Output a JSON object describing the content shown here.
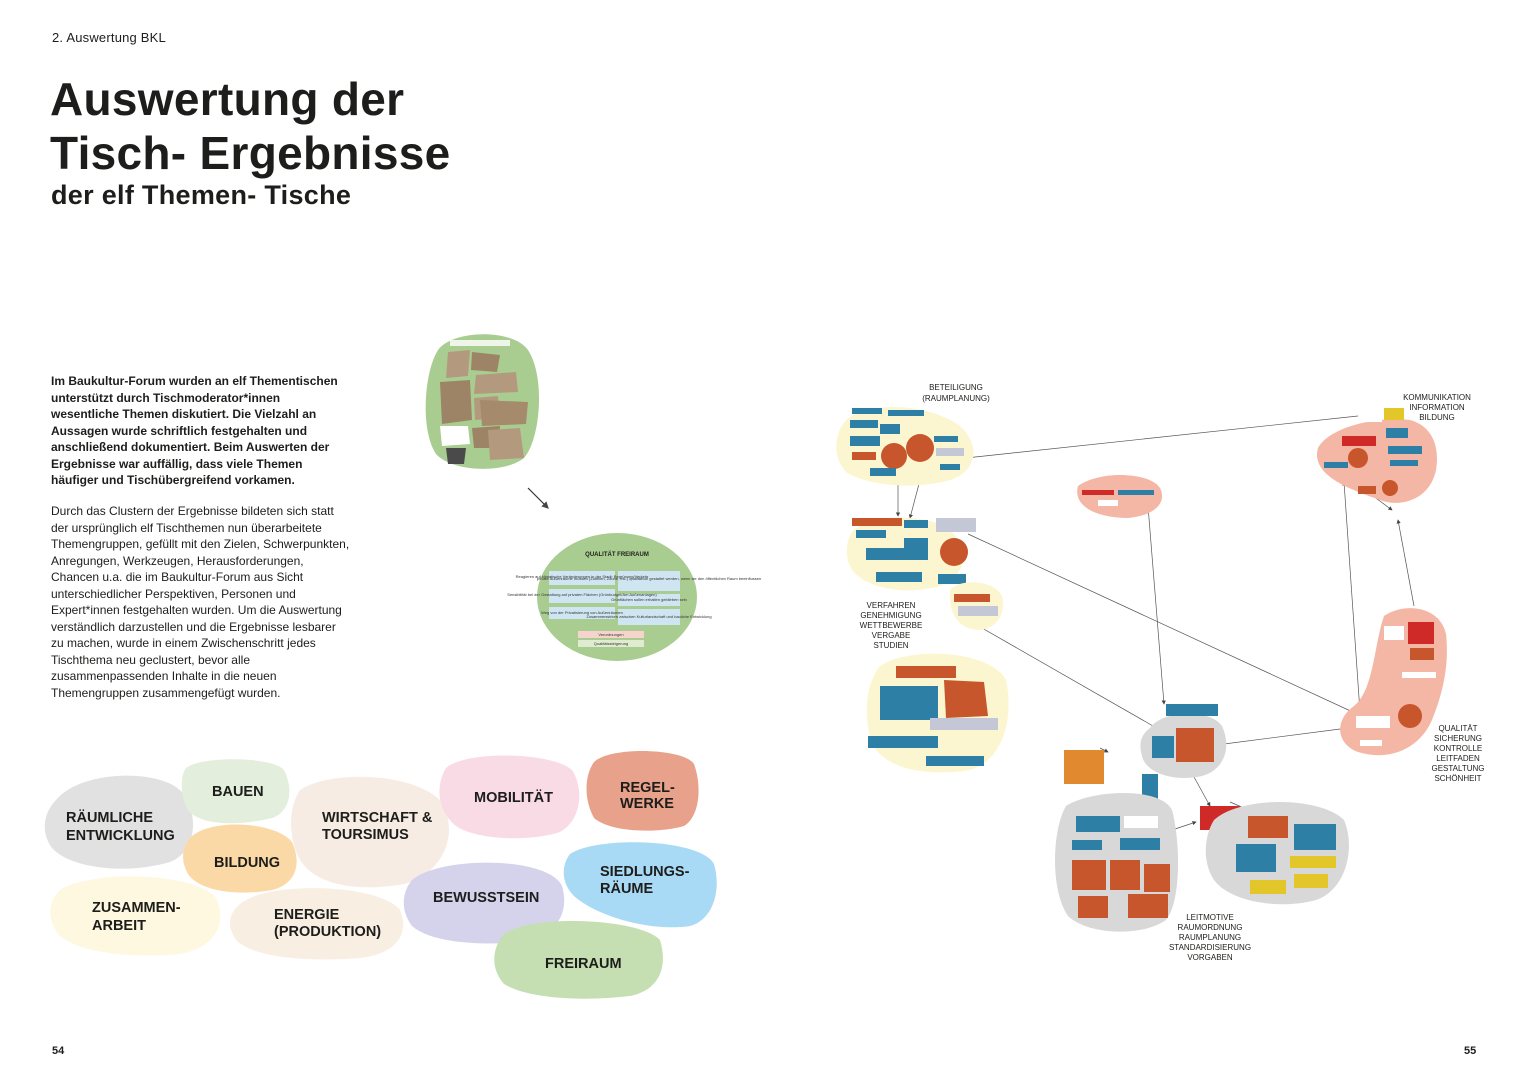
{
  "header": {
    "section_label": "2. Auswertung BKL",
    "title_line1": "Auswertung der",
    "title_line2": "Tisch- Ergebnisse",
    "subtitle": "der elf Themen- Tische"
  },
  "text": {
    "intro": "Im Baukultur-Forum wurden an elf Thementischen unterstützt durch Tischmoderator*innen wesentliche Themen diskutiert. Die Vielzahl an Aussagen wurde schriftlich festgehalten und anschließend dokumentiert. Beim Auswerten der Ergebnisse war auffällig, dass viele Themen häufiger und Tischübergreifend vorkamen.",
    "body": "Durch das Clustern der Ergebnisse bildeten sich statt der ursprünglich elf Tischthemen nun überarbeitete Themengruppen, gefüllt mit den Zielen, Schwerpunkten, Anregungen, Werkzeugen, Herausforderungen, Chancen u.a. die im Baukultur-Forum aus Sicht unterschiedlicher Perspektiven, Personen und Expert*innen festgehalten wurden. Um die Auswertung verständlich darzustellen und die Ergebnisse lesbarer zu machen, wurde in einem Zwischenschritt jedes Tischthema neu geclustert, bevor alle zusammenpassenden Inhalte in die neuen Themengruppen zusammengefügt wurden."
  },
  "example": {
    "title": "QUALITÄT FREIRAUM",
    "cells": [
      "Reagieren auf klimatische Veränderungen in der Stadt: Begrünung/Verkehr",
      "private Außenräume müssen (Zuteilen, Zäune, etc.) qualitätvoll gestaltet werden, wenn sie den öffentlichen Raum beeinflussen",
      "Sensibilität bei der Gestaltung auf privaten Flächen (Grünbudget/Am Außenanlagen)",
      "Grünflächen sollen erhalten geblieben sein",
      "Weg von der Privatisierung von Außenräumen",
      "Zusammenwirken zwischen Kulturlandschaft und bauliche Entwicklung"
    ],
    "footer_pink": "Verordnungen",
    "footer_green": "Qualitätssteigerung"
  },
  "theme_blobs": [
    {
      "line1": "RÄUMLICHE",
      "line2": "ENTWICKLUNG",
      "color": "#e1e1e1"
    },
    {
      "line1": "BAUEN",
      "line2": "",
      "color": "#e3eedd"
    },
    {
      "line1": "BILDUNG",
      "line2": "",
      "color": "#fbd9a7"
    },
    {
      "line1": "WIRTSCHAFT &",
      "line2": "TOURSIMUS",
      "color": "#f6ece3"
    },
    {
      "line1": "MOBILITÄT",
      "line2": "",
      "color": "#f9dbe5"
    },
    {
      "line1": "REGEL-",
      "line2": "WERKE",
      "color": "#e8a28b"
    },
    {
      "line1": "ZUSAMMEN-",
      "line2": "ARBEIT",
      "color": "#fdf8df"
    },
    {
      "line1": "ENERGIE",
      "line2": "(PRODUKTION)",
      "color": "#f8eee1"
    },
    {
      "line1": "BEWUSSTSEIN",
      "line2": "",
      "color": "#d5d3eb"
    },
    {
      "line1": "SIEDLUNGS-",
      "line2": "RÄUME",
      "color": "#a8d9f5"
    },
    {
      "line1": "FREIRAUM",
      "line2": "",
      "color": "#c5dfb2"
    }
  ],
  "cluster_labels": {
    "beteiligung": [
      "BETEILIGUNG",
      "(RAUMPLANUNG)"
    ],
    "kommunikation": [
      "KOMMUNIKATION",
      "INFORMATION",
      "BILDUNG"
    ],
    "verfahren": [
      "VERFAHREN",
      "GENEHMIGUNG",
      "WETTBEWERBE",
      "VERGABE",
      "STUDIEN"
    ],
    "qualitaet": [
      "QUALITÄT",
      "SICHERUNG",
      "KONTROLLE",
      "LEITFADEN",
      "GESTALTUNG",
      "SCHÖNHEIT"
    ],
    "leitmotive": [
      "LEITMOTIVE",
      "RAUMORDNUNG",
      "RAUMPLANUNG",
      "STANDARDISIERUNG",
      "VORGABEN"
    ]
  },
  "page_numbers": {
    "left": "54",
    "right": "55"
  },
  "colors": {
    "note_blue": "#2e7fa5",
    "note_orange": "#c8562c",
    "note_red": "#cf2a27",
    "cluster_yellow": "#fbf6cf",
    "cluster_pink": "#f4b7a6",
    "cluster_grey": "#d8d8d8"
  }
}
